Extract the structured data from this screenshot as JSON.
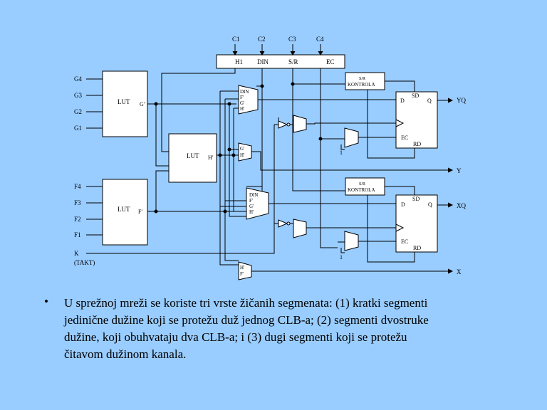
{
  "diagram": {
    "top_inputs": [
      "C1",
      "C2",
      "C3",
      "C4"
    ],
    "control_labels": [
      "H1",
      "DIN",
      "S/R",
      "EC"
    ],
    "g_inputs": [
      "G4",
      "G3",
      "G2",
      "G1"
    ],
    "f_inputs": [
      "F4",
      "F3",
      "F2",
      "F1"
    ],
    "clock_label": "K",
    "clock_sub": "(TAKT)",
    "lut_g": {
      "label": "LUT",
      "out": "G'"
    },
    "lut_h": {
      "label": "LUT",
      "out": "H'"
    },
    "lut_f": {
      "label": "LUT",
      "out": "F'"
    },
    "mux1_inputs": [
      "DIN",
      "F'",
      "G'",
      "H'"
    ],
    "mux2_inputs": [
      "G'",
      "H'"
    ],
    "mux3_inputs": [
      "DIN",
      "F'",
      "G'",
      "H'"
    ],
    "mux4_inputs": [
      "H'",
      "F'"
    ],
    "sr1": {
      "top": "S/R",
      "bottom": "KONTROLA"
    },
    "sr2": {
      "top": "S/R",
      "bottom": "KONTROLA"
    },
    "ff1": {
      "sd": "SD",
      "d": "D",
      "q": "Q",
      "ec": "EC",
      "rd": "RD"
    },
    "ff2": {
      "sd": "SD",
      "d": "D",
      "q": "Q",
      "ec": "EC",
      "rd": "RD"
    },
    "const_one": "1",
    "outputs": [
      "YQ",
      "Y",
      "XQ",
      "X"
    ]
  },
  "bullet": {
    "symbol": "•",
    "lines": [
      "U sprežnoj mreži se koriste tri vrste žičanih segmenata: (1) kratki segmenti",
      "jedinične dužine koji se protežu duž jednog CLB-a; (2) segmenti dvostruke",
      "dužine, koji obuhvataju dva CLB-a; i (3) dugi segmenti koji se protežu",
      "čitavom dužinom kanala."
    ]
  }
}
